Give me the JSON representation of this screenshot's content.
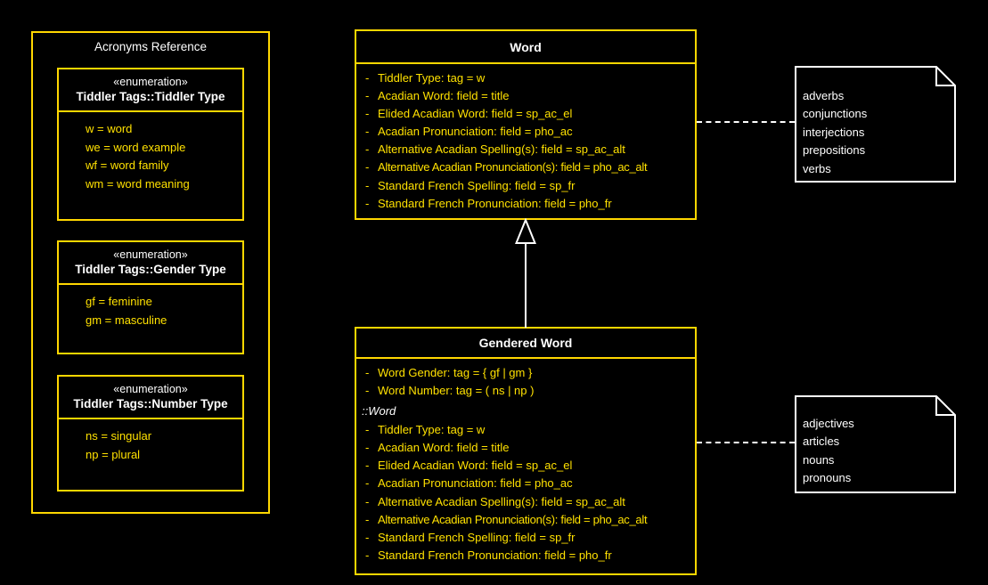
{
  "bullet": "-",
  "colors": {
    "background": "#000000",
    "box_border_yellow": "#FFD700",
    "attribute_text_yellow": "#FFE100",
    "header_text_white": "#FFFFFF",
    "note_border_white": "#FFFFFF"
  },
  "acronyms": {
    "title": "Acronyms Reference",
    "enums": [
      {
        "stereotype": "«enumeration»",
        "name": "Tiddler Tags::Tiddler Type",
        "items": [
          "w = word",
          "we = word example",
          "wf = word family",
          "wm = word meaning"
        ]
      },
      {
        "stereotype": "«enumeration»",
        "name": "Tiddler Tags::Gender Type",
        "items": [
          "gf = feminine",
          "gm = masculine"
        ]
      },
      {
        "stereotype": "«enumeration»",
        "name": "Tiddler Tags::Number Type",
        "items": [
          "ns = singular",
          "np = plural"
        ]
      }
    ]
  },
  "word_class": {
    "title": "Word",
    "attributes": [
      "Tiddler Type: tag = w",
      "Acadian Word: field = title",
      "Elided Acadian Word: field = sp_ac_el",
      "Acadian Pronunciation: field = pho_ac",
      "Alternative Acadian Spelling(s): field = sp_ac_alt",
      "Alternative Acadian Pronunciation(s): field = pho_ac_alt",
      "Standard French Spelling: field = sp_fr",
      "Standard French Pronunciation: field = pho_fr"
    ]
  },
  "gendered_word_class": {
    "title": "Gendered Word",
    "own_attributes": [
      "Word Gender: tag = { gf | gm }",
      "Word Number: tag = ( ns | np )"
    ],
    "inherited_from_label": "::Word",
    "inherited_attributes": [
      "Tiddler Type: tag = w",
      "Acadian Word: field = title",
      "Elided Acadian Word: field = sp_ac_el",
      "Acadian Pronunciation: field = pho_ac",
      "Alternative Acadian Spelling(s): field = sp_ac_alt",
      "Alternative Acadian Pronunciation(s): field = pho_ac_alt",
      "Standard French Spelling: field = sp_fr",
      "Standard French Pronunciation: field = pho_fr"
    ]
  },
  "notes": [
    {
      "lines": [
        "adverbs",
        "conjunctions",
        "interjections",
        "prepositions",
        "verbs"
      ]
    },
    {
      "lines": [
        "adjectives",
        "articles",
        "nouns",
        "pronouns"
      ]
    }
  ]
}
